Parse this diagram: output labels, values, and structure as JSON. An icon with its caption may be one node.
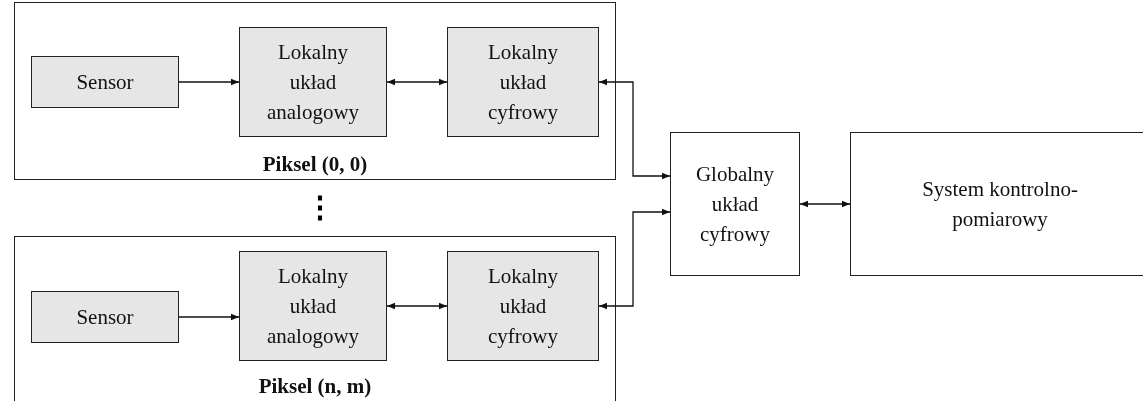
{
  "diagram": {
    "nodes": [
      {
        "text": [
          "Piksel (0, 0)"
        ]
      },
      {
        "text": [
          "Sensor"
        ],
        "in": 0
      },
      {
        "text": [
          "Lokalny układ analogowy"
        ],
        "in": 0
      },
      {
        "text": [
          "Lokalny układ cyfrowy"
        ],
        "in": 0
      },
      {
        "text": [
          "Piksel (n, m)"
        ]
      },
      {
        "text": [
          "Sensor"
        ],
        "in": 4
      },
      {
        "text": [
          "Lokalny układ analogowy"
        ],
        "in": 4
      },
      {
        "text": [
          "Lokalny układ cyfrowy"
        ],
        "in": 4
      },
      {
        "text": [
          "Globalny układ cyfrowy"
        ]
      },
      {
        "text": [
          "System kontrolno-pomiarowy"
        ]
      }
    ],
    "edges": [
      {
        "from": 1,
        "to": 2,
        "arrow": "to"
      },
      {
        "from": 2,
        "to": 3,
        "arrow": "both"
      },
      {
        "from": 5,
        "to": 6,
        "arrow": "to"
      },
      {
        "from": 6,
        "to": 7,
        "arrow": "both"
      },
      {
        "from": 3,
        "to": 8,
        "arrow": "both"
      },
      {
        "from": 7,
        "to": 8,
        "arrow": "both"
      },
      {
        "from": 8,
        "to": 9,
        "arrow": "both"
      }
    ],
    "labels": [
      "⋮"
    ]
  }
}
